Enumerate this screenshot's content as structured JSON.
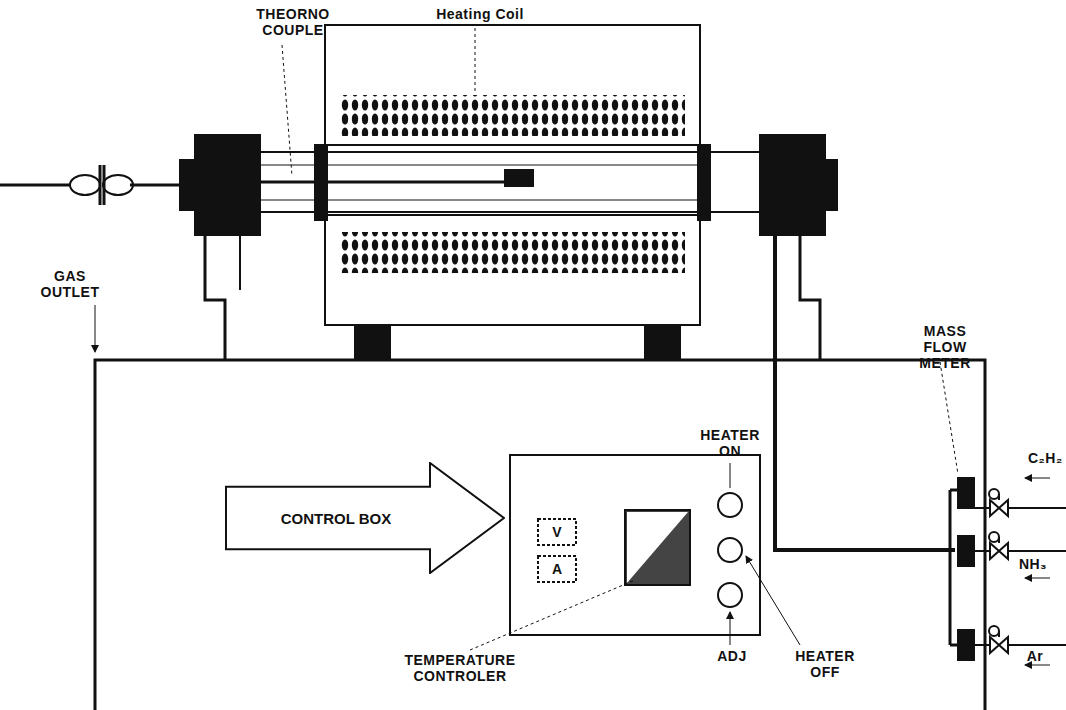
{
  "diagram": {
    "nodes": [
      {
        "text": [
          "CONTROL BOX"
        ]
      },
      {
        "text": [
          "V"
        ]
      },
      {
        "text": [
          "A"
        ]
      }
    ],
    "labels": [
      "THEORNO COUPLE",
      "Heating Coil",
      "GAS OUTLET",
      "MASS FLOW METER",
      "HEATER ON",
      "C₂H₂",
      "NH₃",
      "Ar",
      "TEMPERATURE CONTROLER",
      "ADJ",
      "HEATER OFF"
    ]
  }
}
